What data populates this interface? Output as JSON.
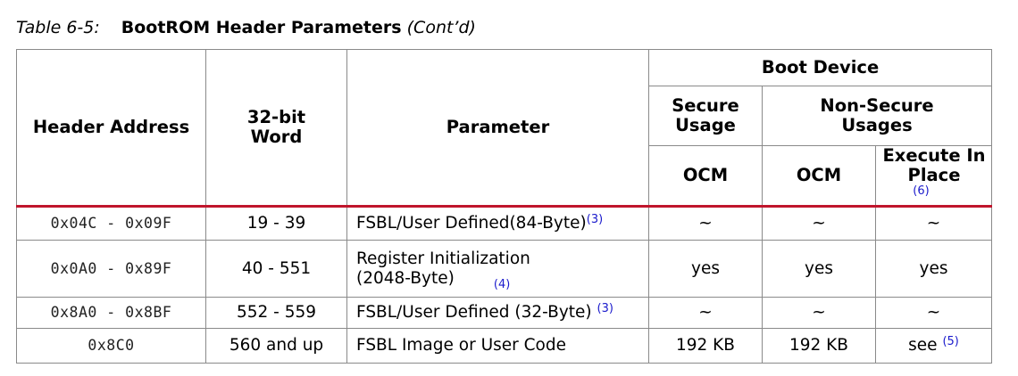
{
  "caption": {
    "number": "Table 6-5:",
    "title": "BootROM Header Parameters",
    "continued": "(Cont’d)"
  },
  "headers": {
    "header_address": "Header Address",
    "word": "32-bit Word",
    "parameter": "Parameter",
    "boot_device": "Boot Device",
    "secure_usage": "Secure Usage",
    "non_secure_usages": "Non-Secure Usages",
    "ocm_secure": "OCM",
    "ocm_nonsecure": "OCM",
    "execute_in_place": "Execute In Place",
    "execute_in_place_note": "(6)"
  },
  "rows": [
    {
      "address": "0x04C - 0x09F",
      "word": "19 - 39",
      "parameter": "FSBL/User Defined(84-Byte)",
      "note": "(3)",
      "secure_ocm": "~",
      "nonsecure_ocm": "~",
      "xip": "~",
      "xip_note": ""
    },
    {
      "address": "0x0A0 - 0x89F",
      "word": "40 - 551",
      "parameter": "Register Initialization (2048-Byte)",
      "note": "(4)",
      "secure_ocm": "yes",
      "nonsecure_ocm": "yes",
      "xip": "yes",
      "xip_note": ""
    },
    {
      "address": "0x8A0 - 0x8BF",
      "word": "552 - 559",
      "parameter": "FSBL/User Defined (32-Byte)",
      "note": "(3)",
      "secure_ocm": "~",
      "nonsecure_ocm": "~",
      "xip": "~",
      "xip_note": ""
    },
    {
      "address": "0x8C0",
      "word": "560 and up",
      "parameter": "FSBL Image or User Code",
      "note": "",
      "secure_ocm": "192 KB",
      "nonsecure_ocm": "192 KB",
      "xip": "see",
      "xip_note": "(5)"
    }
  ]
}
